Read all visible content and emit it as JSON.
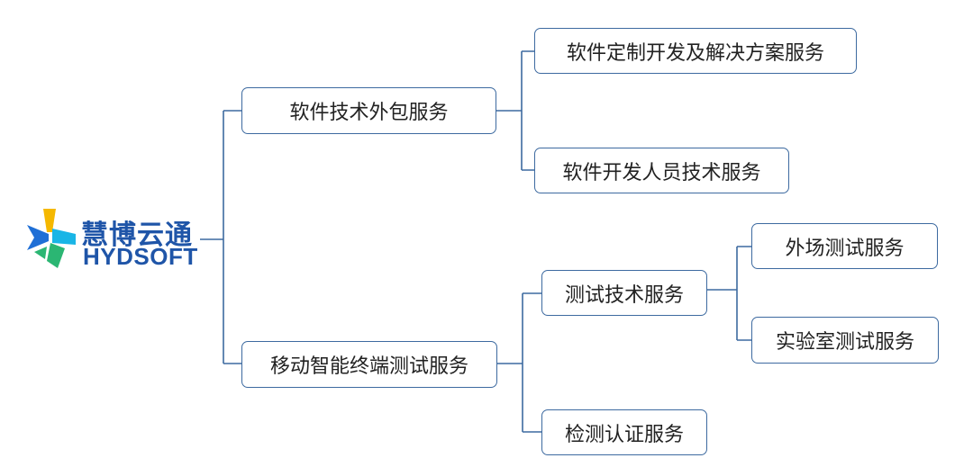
{
  "logo": {
    "name_cn": "慧博云通",
    "name_en": "HYDSOFT",
    "colors": {
      "blue": "#1f6fd6",
      "yellow": "#f5b800",
      "green": "#2bb673",
      "cyan": "#19b5e6",
      "text": "#1f55a8"
    }
  },
  "tree": {
    "branches": [
      {
        "label": "软件技术外包服务",
        "children": [
          {
            "label": "软件定制开发及解决方案服务"
          },
          {
            "label": "软件开发人员技术服务"
          }
        ]
      },
      {
        "label": "移动智能终端测试服务",
        "children": [
          {
            "label": "测试技术服务",
            "children": [
              {
                "label": "外场测试服务"
              },
              {
                "label": "实验室测试服务"
              }
            ]
          },
          {
            "label": "检测认证服务"
          }
        ]
      }
    ]
  },
  "colors": {
    "border": "#3d6aa0",
    "text": "#222222"
  }
}
